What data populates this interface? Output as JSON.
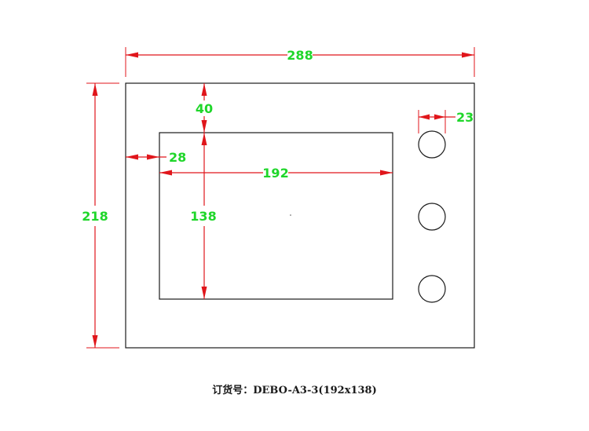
{
  "drawing": {
    "dimensions": {
      "overall_width": "288",
      "overall_height": "218",
      "screen_top_offset": "40",
      "screen_left_offset": "28",
      "screen_width": "192",
      "screen_height": "138",
      "button_diameter": "23"
    },
    "button_count": 3
  },
  "caption": "订货号：DEBO-A3-3(192x138)",
  "colors": {
    "outline": "#1a1a1a",
    "dimension_line": "#e0161b",
    "dimension_text": "#1fd62a"
  }
}
